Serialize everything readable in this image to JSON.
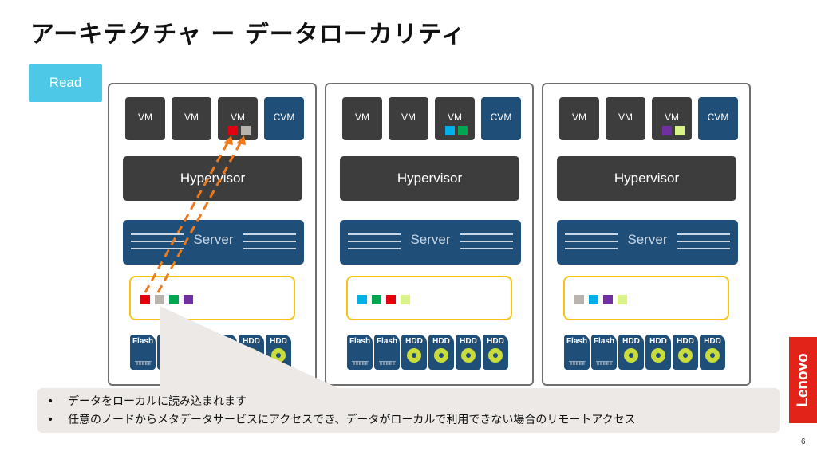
{
  "title": "アーキテクチャ ー データローカリティ",
  "tag_label": "Read",
  "colors": {
    "red": "#e3000f",
    "gray": "#b8b3ad",
    "green": "#00a651",
    "purple": "#7030a0",
    "cyan": "#00b0e8",
    "lime": "#d9f28a",
    "navy": "#1f4e79",
    "dark": "#3d3d3d",
    "yellow": "#f5c518"
  },
  "nodes": [
    {
      "vms": [
        {
          "label": "VM",
          "squares": []
        },
        {
          "label": "VM",
          "squares": []
        },
        {
          "label": "VM",
          "squares": [
            "red",
            "gray"
          ]
        },
        {
          "label": "CVM",
          "squares": []
        }
      ],
      "hypervisor": "Hypervisor",
      "server": "Server",
      "storage_squares": [
        "red",
        "gray",
        "green",
        "purple"
      ],
      "disks": [
        "Flash",
        "Flash",
        "HDD",
        "HDD",
        "HDD",
        "HDD"
      ]
    },
    {
      "vms": [
        {
          "label": "VM",
          "squares": []
        },
        {
          "label": "VM",
          "squares": []
        },
        {
          "label": "VM",
          "squares": [
            "cyan",
            "green"
          ]
        },
        {
          "label": "CVM",
          "squares": []
        }
      ],
      "hypervisor": "Hypervisor",
      "server": "Server",
      "storage_squares": [
        "cyan",
        "green",
        "red",
        "lime"
      ],
      "disks": [
        "Flash",
        "Flash",
        "HDD",
        "HDD",
        "HDD",
        "HDD"
      ]
    },
    {
      "vms": [
        {
          "label": "VM",
          "squares": []
        },
        {
          "label": "VM",
          "squares": []
        },
        {
          "label": "VM",
          "squares": [
            "purple",
            "lime"
          ]
        },
        {
          "label": "CVM",
          "squares": []
        }
      ],
      "hypervisor": "Hypervisor",
      "server": "Server",
      "storage_squares": [
        "gray",
        "cyan",
        "purple",
        "lime"
      ],
      "disks": [
        "Flash",
        "Flash",
        "HDD",
        "HDD",
        "HDD",
        "HDD"
      ]
    }
  ],
  "bullets": [
    "データをローカルに読み込まれます",
    "任意のノードからメタデータサービスにアクセスでき、データがローカルで利用できない場合のリモートアクセス"
  ],
  "logo_text": "Lenovo",
  "page_number": "6"
}
